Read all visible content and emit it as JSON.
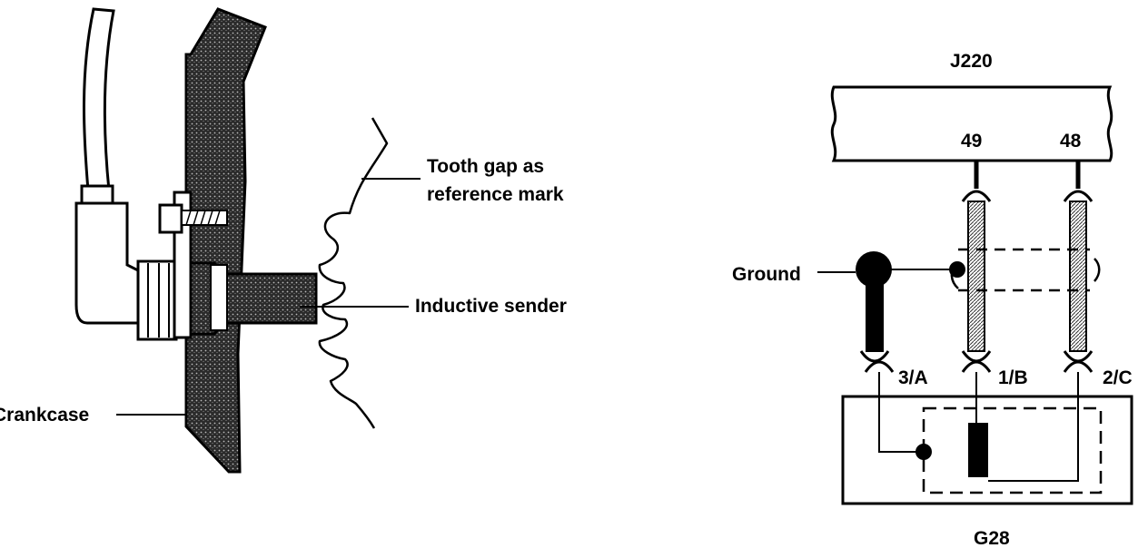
{
  "left_diagram": {
    "label_tooth_gap_line1": "Tooth gap as",
    "label_tooth_gap_line2": "reference mark",
    "label_inductive_sender": "Inductive sender",
    "label_crankcase": "Crankcase"
  },
  "right_diagram": {
    "label_j220": "J220",
    "label_pin_49": "49",
    "label_pin_48": "48",
    "label_ground": "Ground",
    "label_3a": "3/A",
    "label_1b": "1/B",
    "label_2c": "2/C",
    "label_g28": "G28"
  },
  "colors": {
    "ink": "#000000",
    "background": "#ffffff",
    "hatch": "#555555"
  }
}
